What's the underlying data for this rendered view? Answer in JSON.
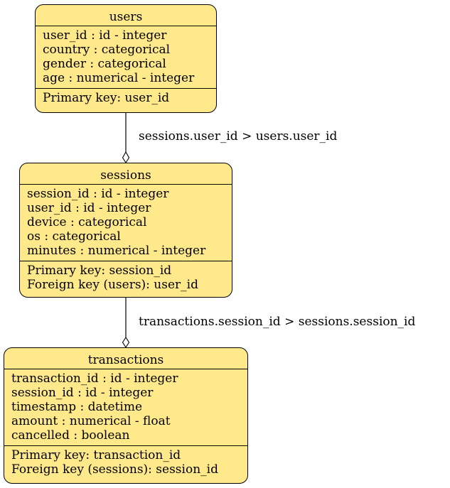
{
  "colors": {
    "entity_fill": "#ffe98a",
    "stroke": "#000000",
    "background": "#ffffff"
  },
  "entities": {
    "users": {
      "title": "users",
      "fields": [
        "user_id : id - integer",
        "country : categorical",
        "gender : categorical",
        "age : numerical - integer"
      ],
      "keys": [
        "Primary key: user_id"
      ]
    },
    "sessions": {
      "title": "sessions",
      "fields": [
        "session_id : id - integer",
        "user_id : id - integer",
        "device : categorical",
        "os : categorical",
        "minutes : numerical - integer"
      ],
      "keys": [
        "Primary key: session_id",
        "Foreign key (users): user_id"
      ]
    },
    "transactions": {
      "title": "transactions",
      "fields": [
        "transaction_id : id - integer",
        "session_id : id - integer",
        "timestamp : datetime",
        "amount : numerical - float",
        "cancelled : boolean"
      ],
      "keys": [
        "Primary key: transaction_id",
        "Foreign key (sessions): session_id"
      ]
    }
  },
  "relations": {
    "sessions_users": "sessions.user_id > users.user_id",
    "transactions_sessions": "transactions.session_id > sessions.session_id"
  }
}
